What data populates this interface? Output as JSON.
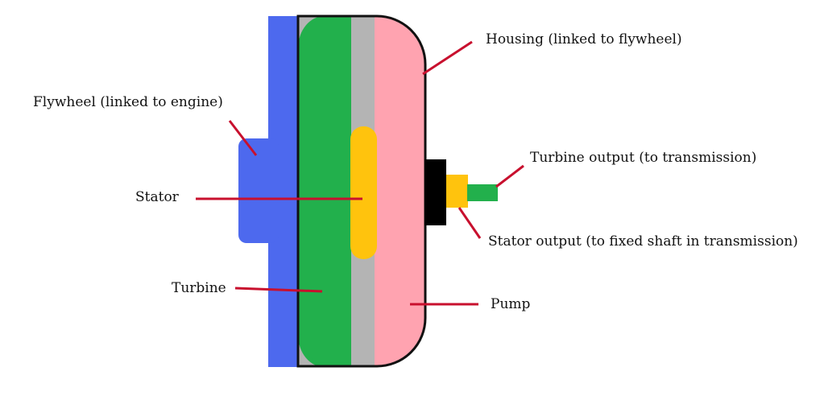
{
  "labels": {
    "housing": "Housing (linked to flywheel)",
    "flywheel": "Flywheel (linked to engine)",
    "turbine_output": "Turbine output (to transmission)",
    "stator": "Stator",
    "stator_output": "Stator output (to fixed shaft in transmission)",
    "turbine": "Turbine",
    "pump": "Pump"
  },
  "colors": {
    "flywheel": "#4d69ee",
    "turbine": "#22b04c",
    "stator": "#ffc30d",
    "pump": "#ffa3b0",
    "housing_gap": "#b4b4b4",
    "hub": "#000000",
    "leader_line": "#c8102e",
    "outline": "#111111"
  }
}
